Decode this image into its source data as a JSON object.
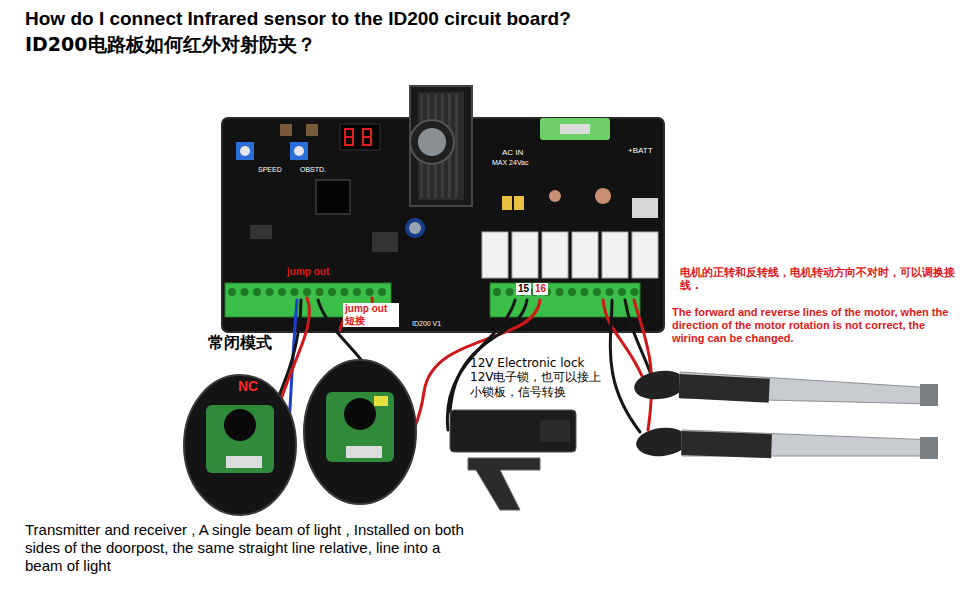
{
  "diagram": {
    "title": "How do I connect Infrared sensor to the ID200 circuit board?",
    "caption": "Transmitter and receiver , A single beam of light , Installed on both sides of the doorpost, the same straight line relative, line into a beam of light",
    "labels": [
      "ID200电路板如何红外对射防夹？",
      "jump out",
      "jump out 短接",
      "15",
      "16",
      "常闭模式",
      "NC",
      "12V Electronic lock 12V电子锁，也可以接上小锁板，信号转换",
      "电机的正转和反转线，电机转动方向不对时，可以调换接线 .",
      "The forward and reverse lines of the motor, when the direction of the motor rotation is not correct, the wiring can be changed.",
      "AC IN",
      "MAX 24Vac",
      "+BATT",
      "SPEED",
      "OBSTD.",
      "ID200 V1"
    ]
  }
}
